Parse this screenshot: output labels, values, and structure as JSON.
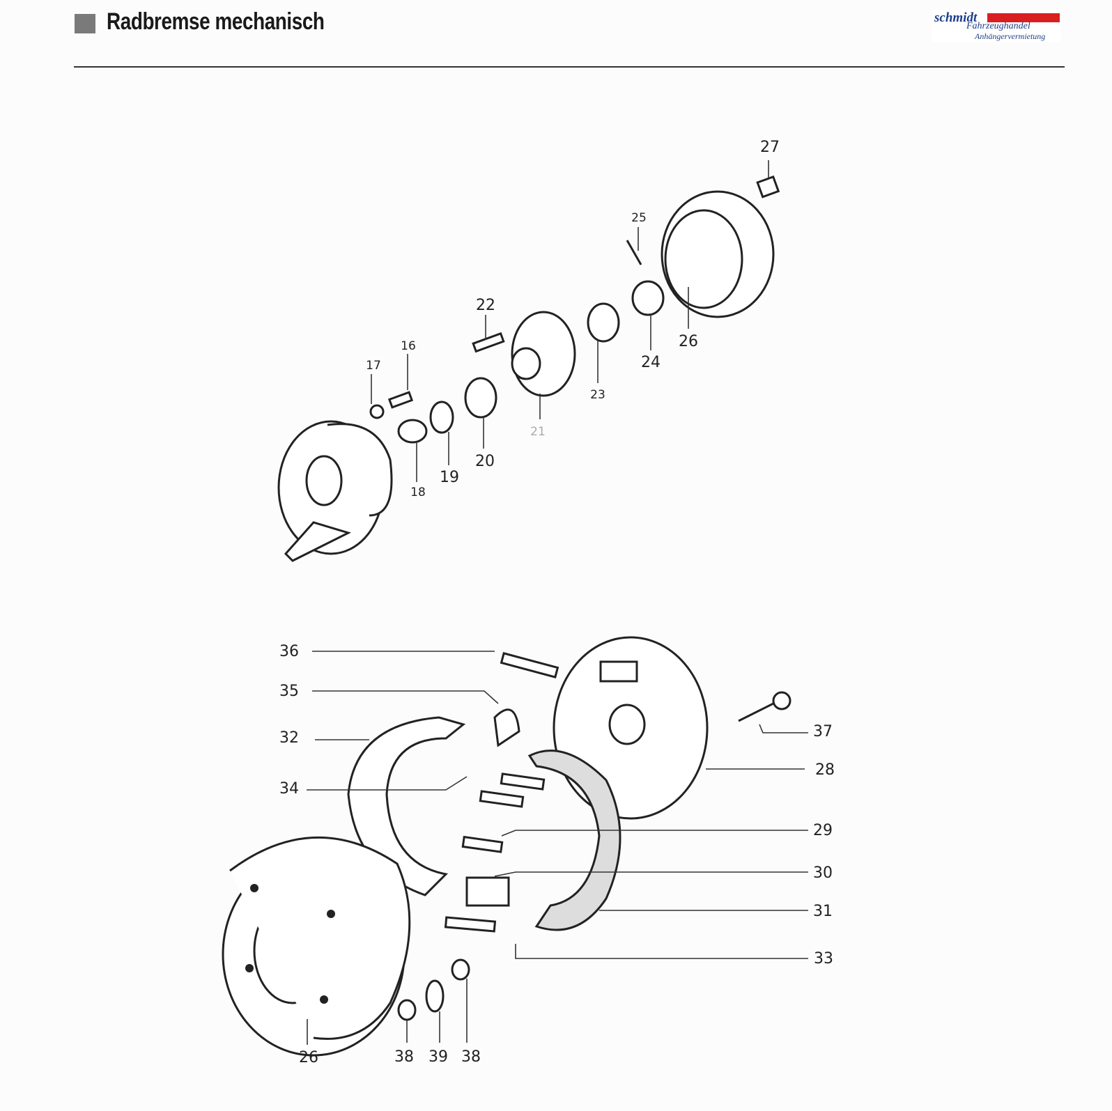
{
  "header": {
    "title": "Radbremse mechanisch"
  },
  "logo": {
    "line1": "schmidt",
    "line2": "Fahrzeughandel",
    "line3": "Anhängervermietung"
  },
  "diagram": {
    "top_labels": [
      "27",
      "25",
      "22",
      "16",
      "17",
      "26",
      "24",
      "23",
      "21",
      "20",
      "19",
      "18"
    ],
    "bottom_labels": [
      "36",
      "35",
      "32",
      "34",
      "37",
      "28",
      "29",
      "30",
      "31",
      "33",
      "26",
      "38",
      "39",
      "38"
    ]
  }
}
